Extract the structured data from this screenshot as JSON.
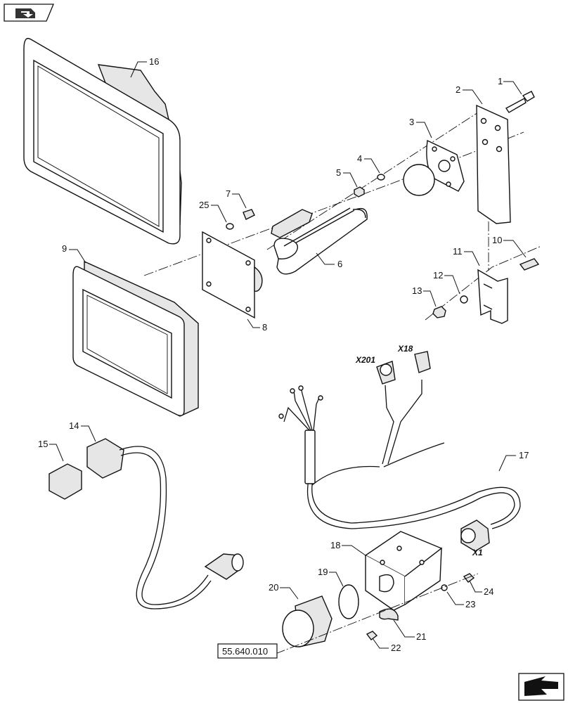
{
  "diagram": {
    "callouts": [
      "1",
      "2",
      "3",
      "4",
      "5",
      "6",
      "7",
      "8",
      "9",
      "10",
      "11",
      "12",
      "13",
      "14",
      "15",
      "16",
      "17",
      "18",
      "19",
      "20",
      "21",
      "22",
      "23",
      "24",
      "25"
    ],
    "connectors": [
      "X201",
      "X18",
      "X1"
    ],
    "reference": "55.640.010",
    "nav": {
      "top_left": "book-icon",
      "bottom_right": "next-page-arrow-icon"
    }
  }
}
